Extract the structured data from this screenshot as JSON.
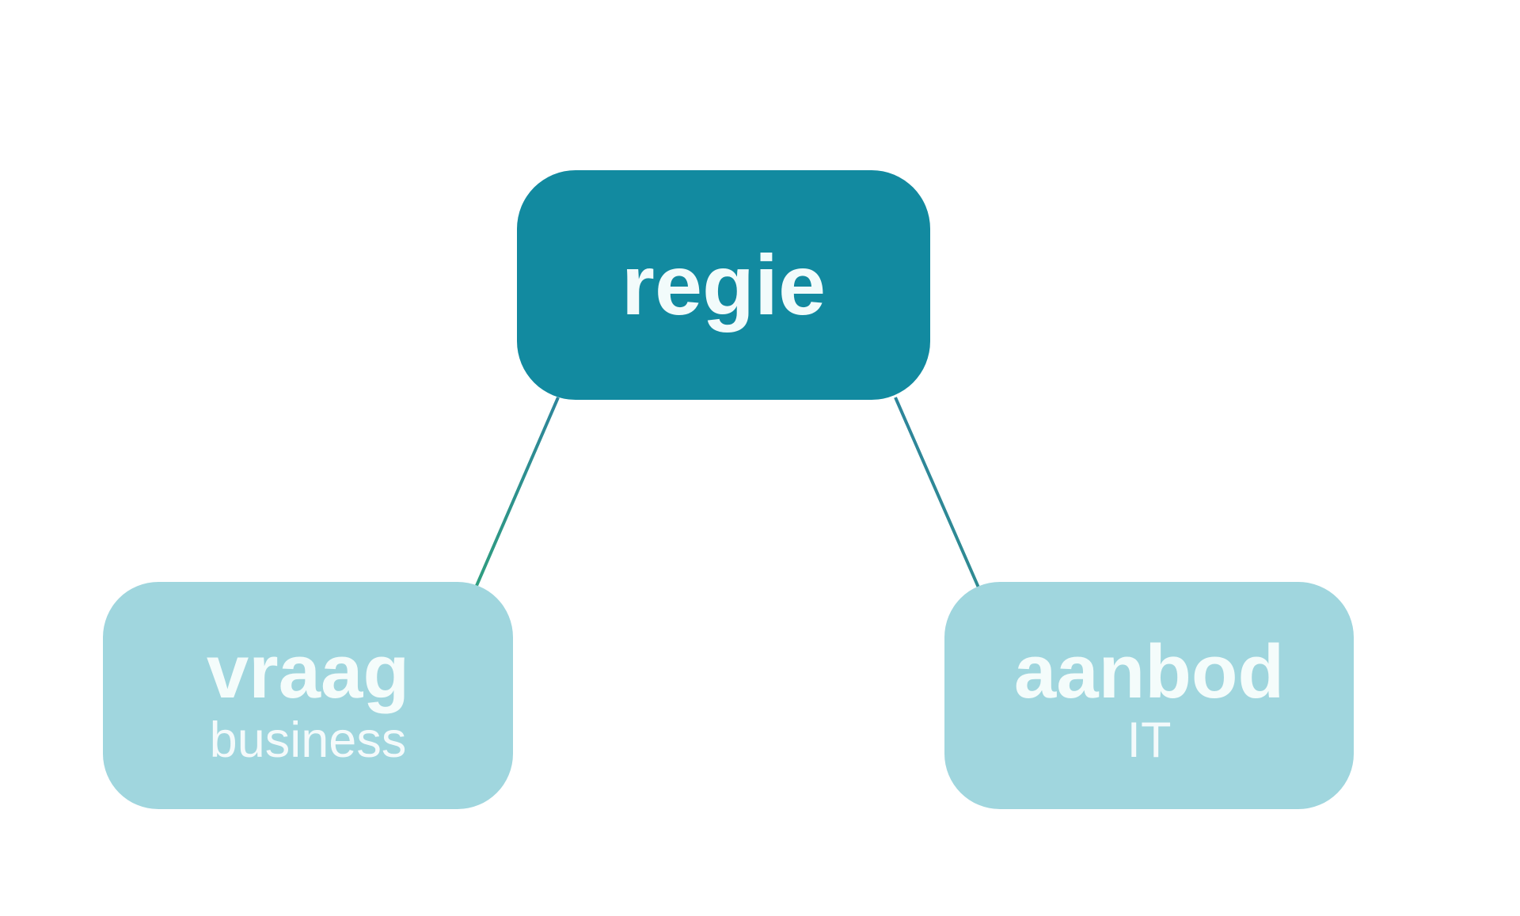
{
  "diagram": {
    "nodes": {
      "regie": {
        "label": "regie",
        "sublabel": "",
        "fill": "#128aa0",
        "text_color": "#f2fbfb"
      },
      "vraag": {
        "label": "vraag",
        "sublabel": "business",
        "fill": "#a0d6de",
        "text_color": "#f4fcfb"
      },
      "aanbod": {
        "label": "aanbod",
        "sublabel": "IT",
        "fill": "#a0d6de",
        "text_color": "#f4fcfb"
      }
    },
    "connectors": {
      "stroke_teal_blue": "#2d859b",
      "stroke_teal_green": "#2f9e7f",
      "stroke_mid": "#2f8b92",
      "width": "4"
    },
    "background_color": "#ffffff"
  }
}
